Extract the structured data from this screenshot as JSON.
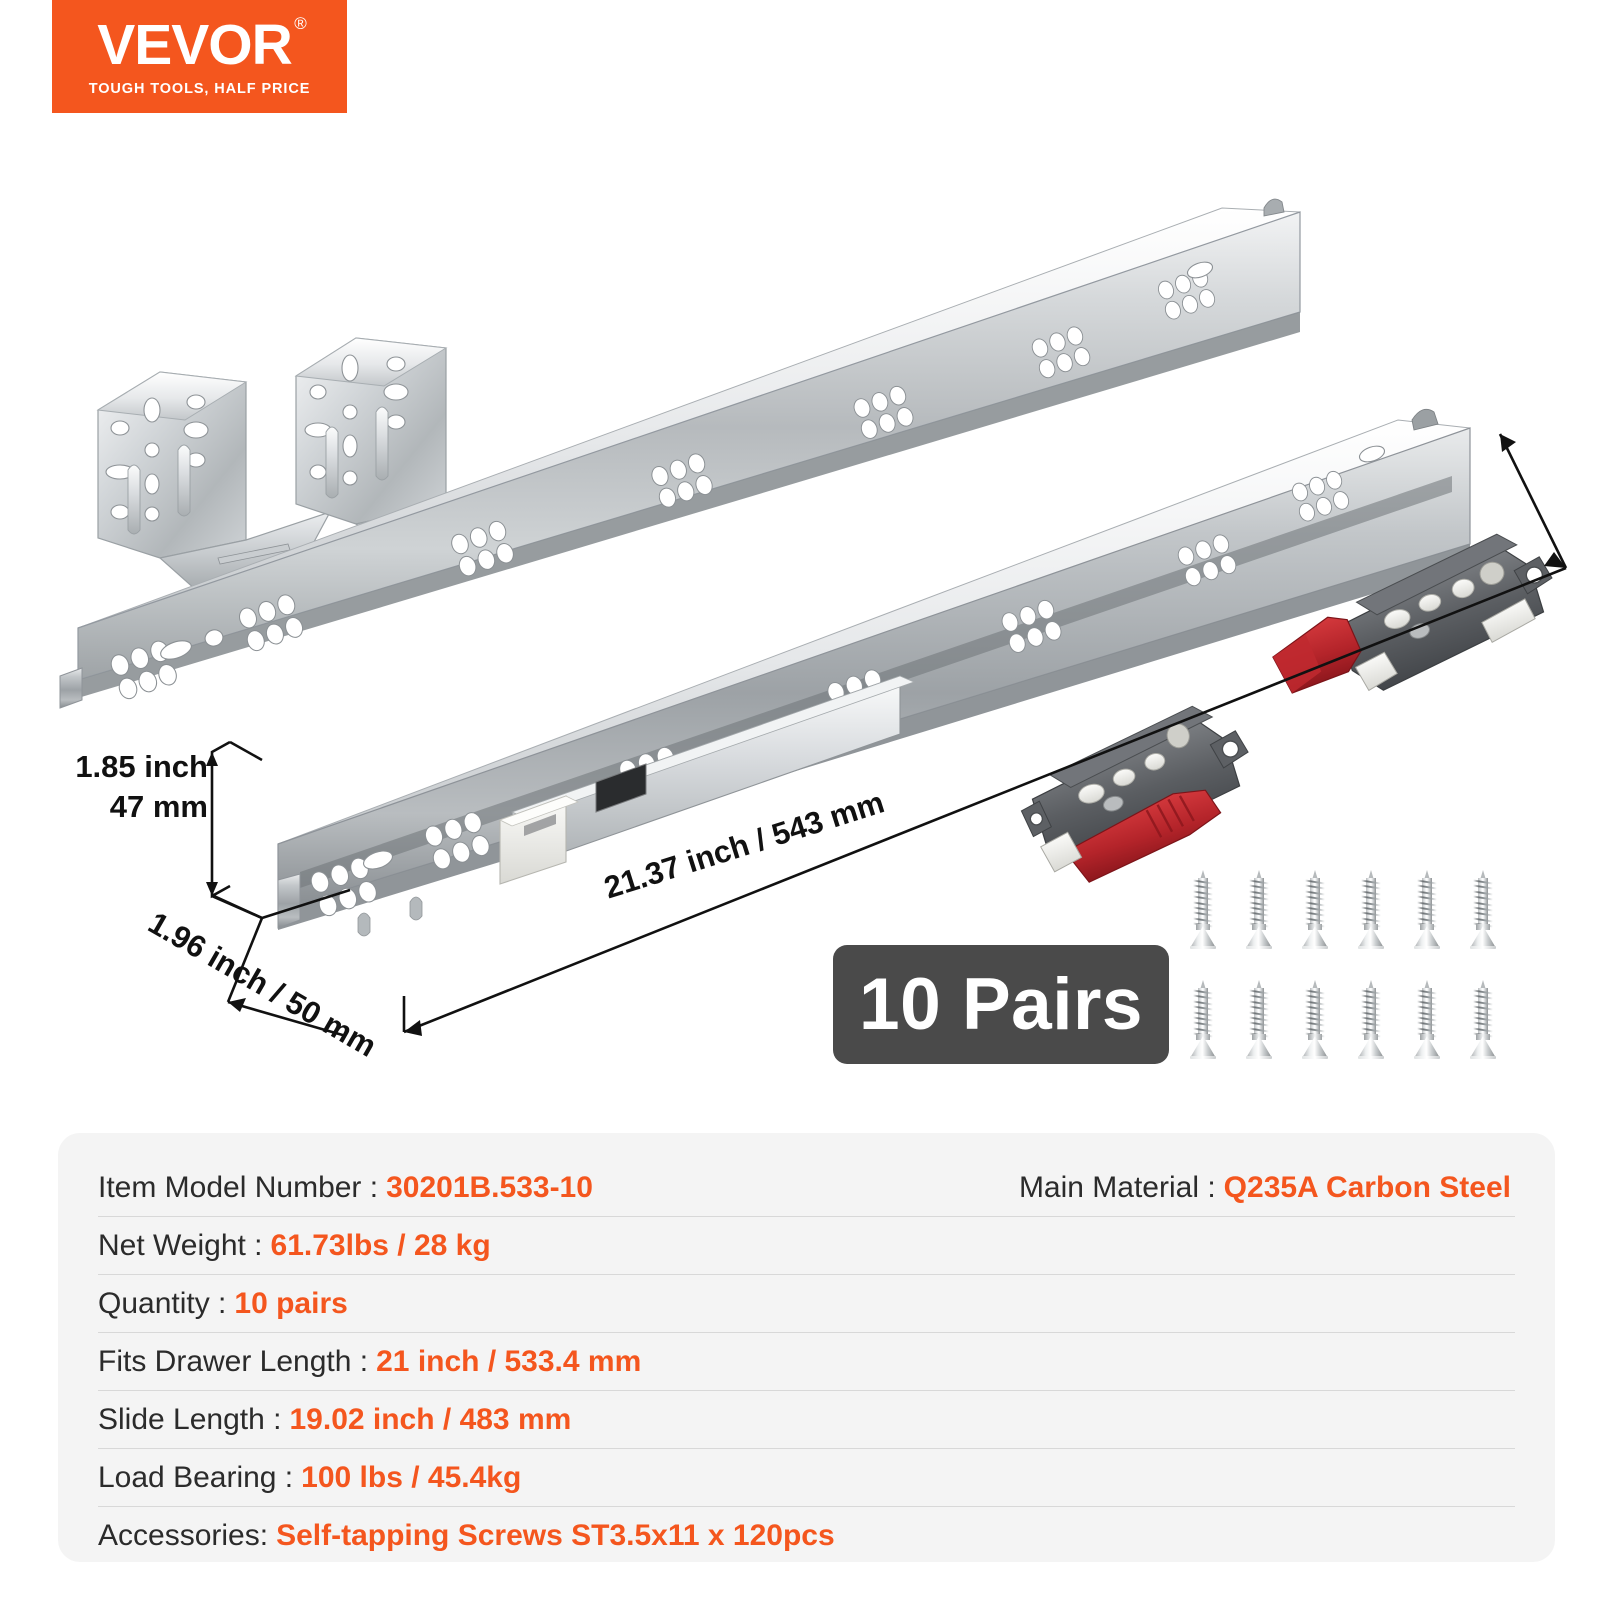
{
  "brand": {
    "wordmark": "VEVOR",
    "registered_mark": "®",
    "tagline": "TOUGH TOOLS, HALF PRICE",
    "background_color": "#F4561E",
    "text_color": "#FFFFFF"
  },
  "product_image": {
    "description": "Undermount drawer slide rails, mounting brackets, locking clips and self-tapping screws on white background",
    "components": [
      {
        "name": "mounting-bracket-left",
        "material": "galvanized steel"
      },
      {
        "name": "mounting-bracket-right",
        "material": "galvanized steel"
      },
      {
        "name": "drawer-slide-rail-rear",
        "material": "galvanized steel"
      },
      {
        "name": "drawer-slide-rail-front",
        "material": "galvanized steel"
      },
      {
        "name": "locking-clip-left",
        "colors": [
          "#5b5d60",
          "#B8232A",
          "#e8e8e4"
        ]
      },
      {
        "name": "locking-clip-right",
        "colors": [
          "#5b5d60",
          "#B8232A",
          "#e8e8e4"
        ]
      },
      {
        "name": "self-tapping-screws",
        "count": 12
      }
    ]
  },
  "dimensions": {
    "height": {
      "line1": "1.85 inch",
      "line2": "47 mm"
    },
    "depth": "1.96 inch / 50 mm",
    "length": "21.37 inch / 543 mm"
  },
  "badge": {
    "label": "10 Pairs",
    "background_color": "#4A4A4A",
    "text_color": "#FFFFFF"
  },
  "spec_panel": {
    "background_color": "#F4F4F4",
    "label_color": "#2B2B2B",
    "value_color": "#F4561E",
    "rows": [
      {
        "left": {
          "label": "Item Model Number :",
          "value": "30201B.533-10"
        },
        "right": {
          "label": "Main Material :",
          "value": "Q235A Carbon Steel"
        }
      },
      {
        "left": {
          "label": "Net Weight :",
          "value": "61.73lbs / 28 kg"
        }
      },
      {
        "left": {
          "label": "Quantity :",
          "value": "10 pairs"
        }
      },
      {
        "left": {
          "label": "Fits Drawer Length :",
          "value": "21 inch / 533.4 mm"
        }
      },
      {
        "left": {
          "label": "Slide Length :",
          "value": "19.02 inch / 483 mm"
        }
      },
      {
        "left": {
          "label": "Load Bearing :",
          "value": "100 lbs / 45.4kg"
        }
      },
      {
        "left": {
          "label": "Accessories:",
          "value": "Self-tapping Screws ST3.5x11 x 120pcs"
        }
      }
    ]
  }
}
